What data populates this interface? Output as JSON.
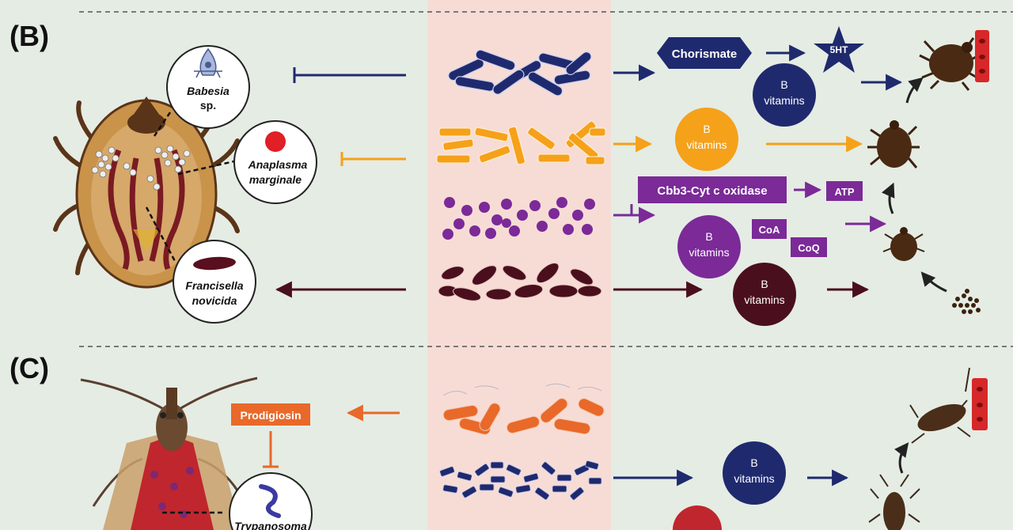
{
  "panels": {
    "b": {
      "label": "(B)",
      "pathogens": {
        "babesia": [
          "Babesia",
          "sp."
        ],
        "anaplasma": [
          "Anaplasma",
          "marginale"
        ],
        "francisella": [
          "Francisella",
          "novicida"
        ]
      },
      "metabolites": {
        "chorismate": "Chorismate",
        "serotonin": "5HT",
        "b_vitamins": [
          "B",
          "vitamins"
        ],
        "cbb3": "Cbb3-Cyt c oxidase",
        "atp": "ATP",
        "coa": "CoA",
        "coq": "CoQ"
      }
    },
    "c": {
      "label": "(C)",
      "prodigiosin": "Prodigiosin",
      "trypanosoma": "Trypanosoma",
      "b_vitamins": [
        "B",
        "vitamins"
      ]
    }
  },
  "colors": {
    "navy": "#1f2a6e",
    "orange": "#f5a11a",
    "purple": "#7b2a98",
    "maroon": "#4a0f1c",
    "red_orange": "#e8692a",
    "background": "#e5ece4",
    "center_band": "#f7dcd6",
    "tick_brown": "#5a3418"
  }
}
